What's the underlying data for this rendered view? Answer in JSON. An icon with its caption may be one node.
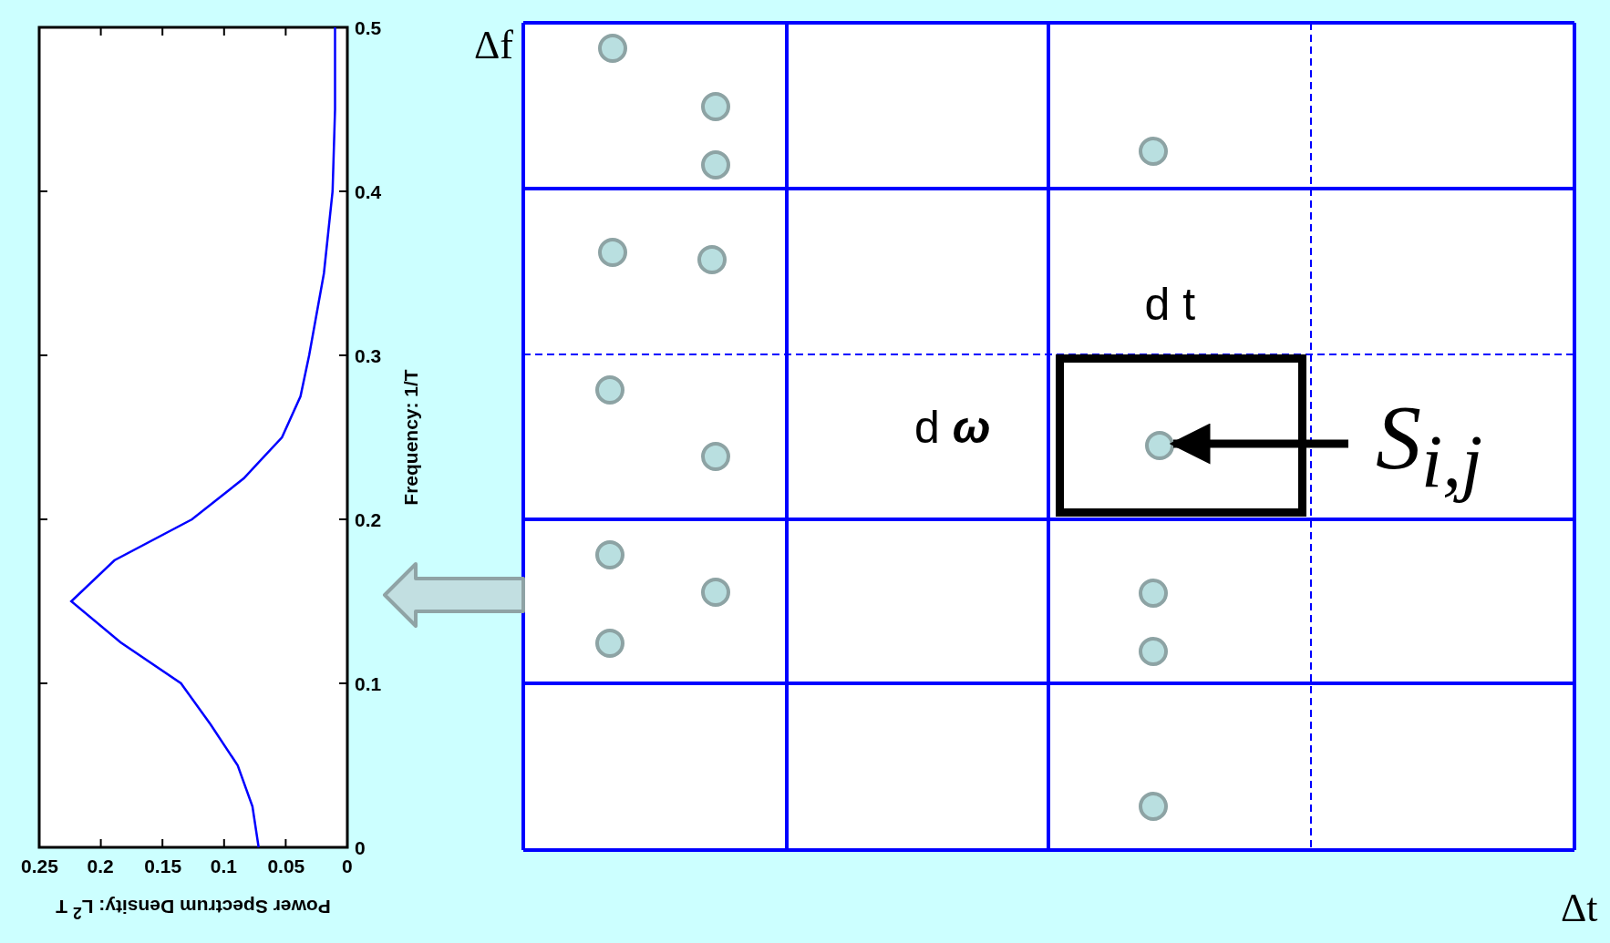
{
  "diagram": {
    "nodes": [
      {
        "text": [],
        "shape": "box"
      },
      {
        "text": [],
        "shape": "box",
        "in": 0,
        "beside": [
          "d t",
          "d **ω**"
        ]
      },
      {
        "text": [],
        "shape": "circle",
        "in": 0
      },
      {
        "text": [],
        "shape": "circle",
        "in": 0
      },
      {
        "text": [],
        "shape": "circle",
        "in": 0
      },
      {
        "text": [],
        "shape": "circle",
        "in": 0
      },
      {
        "text": [],
        "shape": "circle",
        "in": 0
      },
      {
        "text": [],
        "shape": "circle",
        "in": 0
      },
      {
        "text": [],
        "shape": "circle",
        "in": 0
      },
      {
        "text": [],
        "shape": "circle",
        "in": 1
      },
      {
        "text": [],
        "shape": "circle",
        "in": 0
      },
      {
        "text": [],
        "shape": "circle",
        "in": 0
      },
      {
        "text": [],
        "shape": "circle",
        "in": 0
      },
      {
        "text": [],
        "shape": "circle",
        "in": 0
      },
      {
        "text": [],
        "shape": "circle",
        "in": 0
      },
      {
        "text": [],
        "shape": "circle",
        "in": 0
      },
      {
        "text": [],
        "shape": "circle",
        "in": 0
      },
      {
        "text": [
          "S$_{i,j}$"
        ],
        "in": 0
      }
    ],
    "edges": [
      {
        "from": 17,
        "to": 9,
        "arrow": "to"
      },
      {
        "from": 0,
        "to": null,
        "arrow": "to",
        "style": "thick",
        "color": "#8fa3a5"
      }
    ],
    "labels": [
      "0.5",
      "0.4",
      "0.3",
      "0.2",
      "0.1",
      "0",
      "Frequency: 1/T",
      "0.25",
      "0.2",
      "0.15",
      "0.1",
      "0.05",
      "0",
      "Power Spectrum Density: L$^{2}$ T",
      "Δf",
      "Δt"
    ]
  }
}
